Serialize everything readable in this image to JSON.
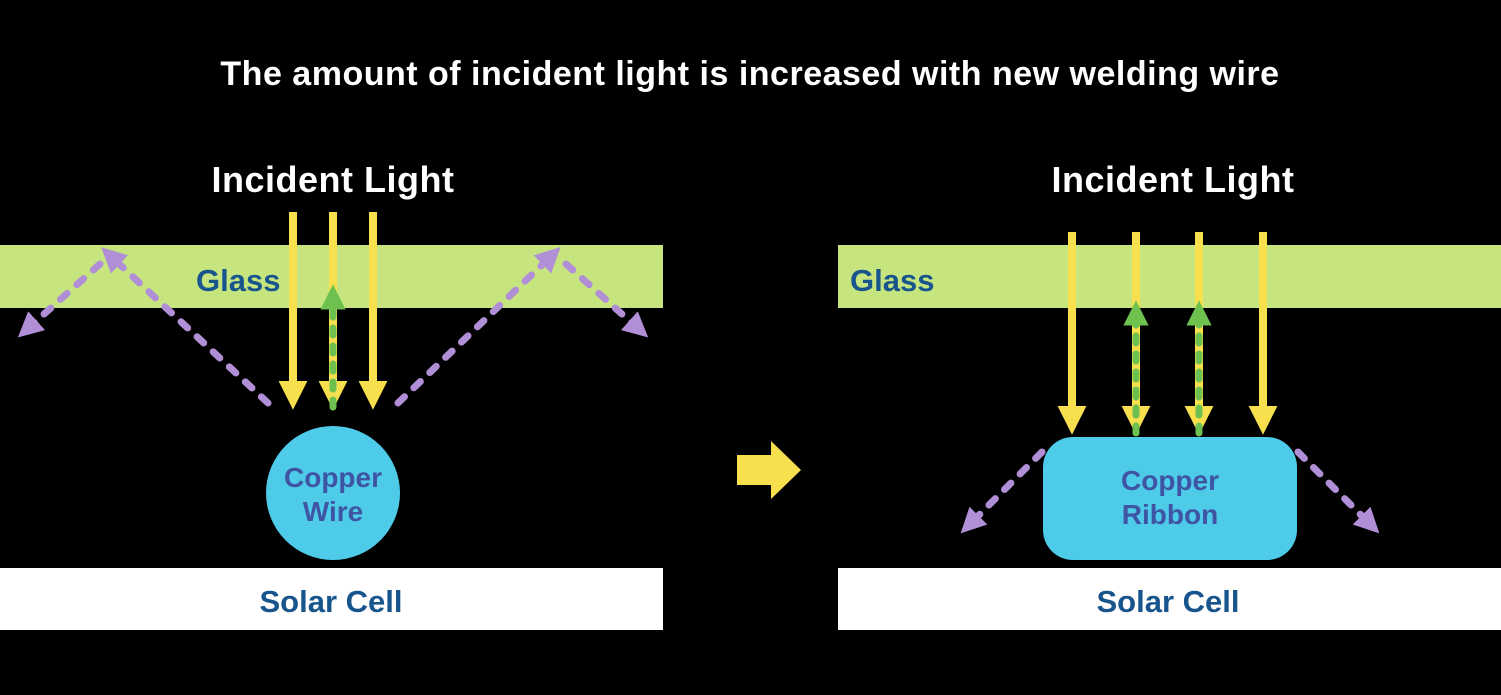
{
  "title": "The amount of incident light is increased with new welding wire",
  "colors": {
    "background": "#000000",
    "title_text": "#ffffff",
    "incident_light_text": "#ffffff",
    "glass_fill": "#c7e57f",
    "glass_text": "#17558c",
    "solar_cell_fill": "#ffffff",
    "solar_cell_text": "#17558c",
    "copper_fill": "#4dcbe8",
    "copper_text": "#3f55a4",
    "yellow_arrow": "#f8df4e",
    "purple_arrow": "#b18fd6",
    "green_arrow": "#6ec14f"
  },
  "left_panel": {
    "incident_light_label": "Incident Light",
    "glass_label": "Glass",
    "copper_label_line1": "Copper",
    "copper_label_line2": "Wire",
    "solar_cell_label": "Solar Cell"
  },
  "transition": {
    "arrow_icon": "right-block-arrow"
  },
  "right_panel": {
    "incident_light_label": "Incident Light",
    "glass_label": "Glass",
    "copper_label_line1": "Copper",
    "copper_label_line2": "Ribbon",
    "solar_cell_label": "Solar Cell"
  }
}
